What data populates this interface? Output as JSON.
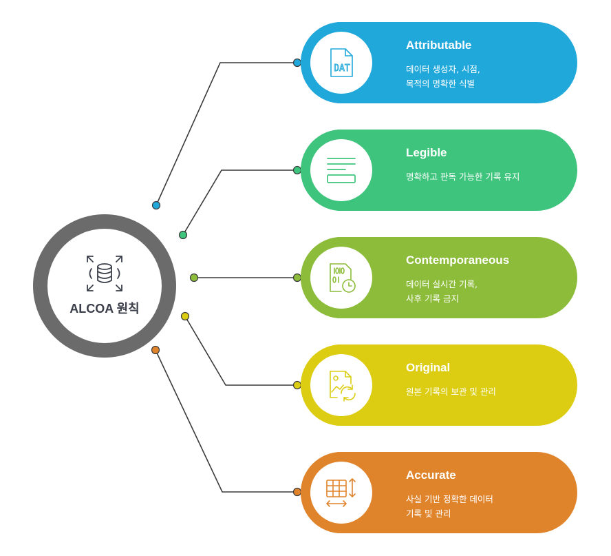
{
  "hub": {
    "title": "ALCOA 원칙",
    "color": "#6b6b6b",
    "icon": "database-expand-icon"
  },
  "principles": [
    {
      "title": "Attributable",
      "desc": "데이터 생성자, 시점,\n목적의 명확한 식별",
      "color": "#21a8da",
      "icon": "dat-file-icon",
      "icon_label": "DAT"
    },
    {
      "title": "Legible",
      "desc": "명확하고 판독 가능한 기록 유지",
      "color": "#3ec47d",
      "icon": "text-lines-icon"
    },
    {
      "title": "Contemporaneous",
      "desc": "데이터 실시간 기록,\n사후 기록 금지",
      "color": "#8cbc3a",
      "icon": "binary-clock-icon"
    },
    {
      "title": "Original",
      "desc": "원본 기록의 보관 및 관리",
      "color": "#dccd12",
      "icon": "document-sync-icon"
    },
    {
      "title": "Accurate",
      "desc": "사실 기반 정확한 데이터\n기록 및 관리",
      "color": "#e0842c",
      "icon": "table-resize-icon"
    }
  ]
}
